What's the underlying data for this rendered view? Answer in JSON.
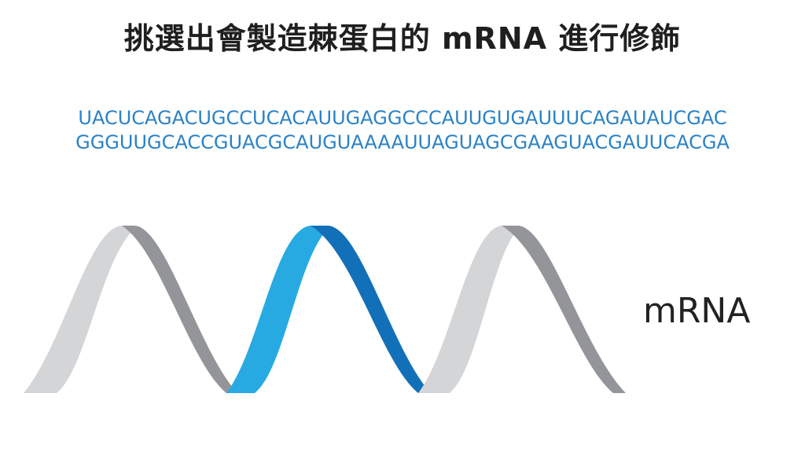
{
  "title": "挑選出會製造棘蛋白的 mRNA 進行修飾",
  "sequence": {
    "line1": "UACUCAGACUGCCUCACAUUGAGGCCCAUUGUGAUUUCAGAUAUCGAC",
    "line2": "GGGUUGCACCGUACGCAUGUAAAAUUAGUAGCGAAGUACGAUUCACGA"
  },
  "molecule_label": "mRNA",
  "colors": {
    "strand_light_gray": "#d4d5d7",
    "strand_dark_gray": "#939598",
    "strand_light_blue": "#27aae1",
    "strand_dark_blue": "#1270b8",
    "sequence_text": "#2b82c6"
  }
}
